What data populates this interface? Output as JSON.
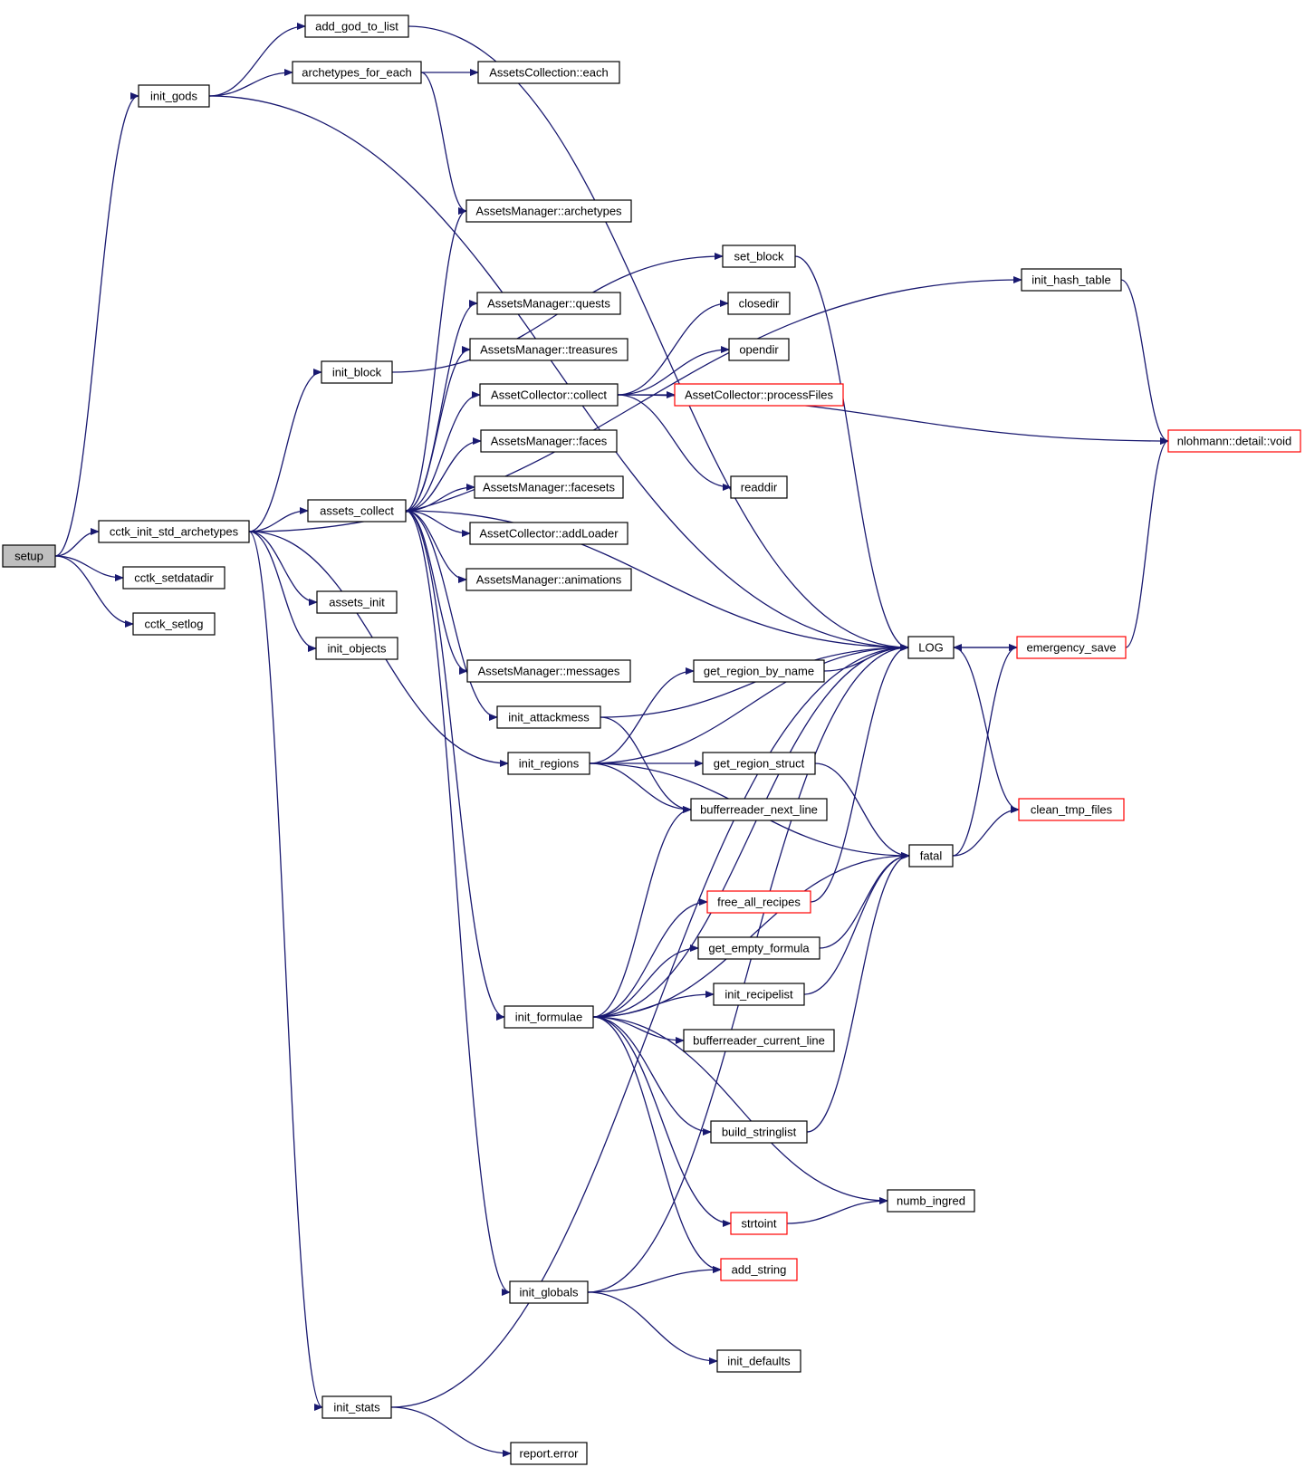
{
  "colors": {
    "edge": "#191970",
    "node_border": "#000000",
    "node_border_truncated": "#ff0000",
    "root_fill": "#bfbfbf",
    "node_fill": "#ffffff"
  },
  "nodes": [
    {
      "id": "setup",
      "label": "setup",
      "style": "root"
    },
    {
      "id": "init_gods",
      "label": "init_gods",
      "style": "normal"
    },
    {
      "id": "cctk_init_std_archetypes",
      "label": "cctk_init_std_archetypes",
      "style": "normal"
    },
    {
      "id": "cctk_setdatadir",
      "label": "cctk_setdatadir",
      "style": "normal"
    },
    {
      "id": "cctk_setlog",
      "label": "cctk_setlog",
      "style": "normal"
    },
    {
      "id": "add_god_to_list",
      "label": "add_god_to_list",
      "style": "normal"
    },
    {
      "id": "archetypes_for_each",
      "label": "archetypes_for_each",
      "style": "normal"
    },
    {
      "id": "AssetsCollection_each",
      "label": "AssetsCollection::each",
      "style": "normal"
    },
    {
      "id": "AssetsManager_archetypes",
      "label": "AssetsManager::archetypes",
      "style": "normal"
    },
    {
      "id": "set_block",
      "label": "set_block",
      "style": "normal"
    },
    {
      "id": "init_hash_table",
      "label": "init_hash_table",
      "style": "normal"
    },
    {
      "id": "init_block",
      "label": "init_block",
      "style": "normal"
    },
    {
      "id": "AssetsManager_quests",
      "label": "AssetsManager::quests",
      "style": "normal"
    },
    {
      "id": "closedir",
      "label": "closedir",
      "style": "normal"
    },
    {
      "id": "AssetsManager_treasures",
      "label": "AssetsManager::treasures",
      "style": "normal"
    },
    {
      "id": "opendir",
      "label": "opendir",
      "style": "normal"
    },
    {
      "id": "AssetCollector_collect",
      "label": "AssetCollector::collect",
      "style": "normal"
    },
    {
      "id": "AssetCollector_processFiles",
      "label": "AssetCollector::processFiles",
      "style": "truncated"
    },
    {
      "id": "nlohmann_detail_void",
      "label": "nlohmann::detail::void",
      "style": "truncated"
    },
    {
      "id": "AssetsManager_faces",
      "label": "AssetsManager::faces",
      "style": "normal"
    },
    {
      "id": "readdir",
      "label": "readdir",
      "style": "normal"
    },
    {
      "id": "AssetsManager_facesets",
      "label": "AssetsManager::facesets",
      "style": "normal"
    },
    {
      "id": "assets_collect",
      "label": "assets_collect",
      "style": "normal"
    },
    {
      "id": "AssetCollector_addLoader",
      "label": "AssetCollector::addLoader",
      "style": "normal"
    },
    {
      "id": "AssetsManager_animations",
      "label": "AssetsManager::animations",
      "style": "normal"
    },
    {
      "id": "assets_init",
      "label": "assets_init",
      "style": "normal"
    },
    {
      "id": "init_objects",
      "label": "init_objects",
      "style": "normal"
    },
    {
      "id": "LOG",
      "label": "LOG",
      "style": "normal"
    },
    {
      "id": "emergency_save",
      "label": "emergency_save",
      "style": "truncated"
    },
    {
      "id": "AssetsManager_messages",
      "label": "AssetsManager::messages",
      "style": "normal"
    },
    {
      "id": "get_region_by_name",
      "label": "get_region_by_name",
      "style": "normal"
    },
    {
      "id": "init_attackmess",
      "label": "init_attackmess",
      "style": "normal"
    },
    {
      "id": "init_regions",
      "label": "init_regions",
      "style": "normal"
    },
    {
      "id": "get_region_struct",
      "label": "get_region_struct",
      "style": "normal"
    },
    {
      "id": "bufferreader_next_line",
      "label": "bufferreader_next_line",
      "style": "normal"
    },
    {
      "id": "clean_tmp_files",
      "label": "clean_tmp_files",
      "style": "truncated"
    },
    {
      "id": "fatal",
      "label": "fatal",
      "style": "normal"
    },
    {
      "id": "free_all_recipes",
      "label": "free_all_recipes",
      "style": "truncated"
    },
    {
      "id": "get_empty_formula",
      "label": "get_empty_formula",
      "style": "normal"
    },
    {
      "id": "init_recipelist",
      "label": "init_recipelist",
      "style": "normal"
    },
    {
      "id": "init_formulae",
      "label": "init_formulae",
      "style": "normal"
    },
    {
      "id": "bufferreader_current_line",
      "label": "bufferreader_current_line",
      "style": "normal"
    },
    {
      "id": "build_stringlist",
      "label": "build_stringlist",
      "style": "normal"
    },
    {
      "id": "numb_ingred",
      "label": "numb_ingred",
      "style": "normal"
    },
    {
      "id": "strtoint",
      "label": "strtoint",
      "style": "truncated"
    },
    {
      "id": "add_string",
      "label": "add_string",
      "style": "truncated"
    },
    {
      "id": "init_globals",
      "label": "init_globals",
      "style": "normal"
    },
    {
      "id": "init_defaults",
      "label": "init_defaults",
      "style": "normal"
    },
    {
      "id": "init_stats",
      "label": "init_stats",
      "style": "normal"
    },
    {
      "id": "report_error",
      "label": "report.error",
      "style": "normal"
    }
  ],
  "edges": [
    {
      "from": "setup",
      "to": "init_gods"
    },
    {
      "from": "setup",
      "to": "cctk_init_std_archetypes"
    },
    {
      "from": "setup",
      "to": "cctk_setdatadir"
    },
    {
      "from": "setup",
      "to": "cctk_setlog"
    },
    {
      "from": "init_gods",
      "to": "add_god_to_list"
    },
    {
      "from": "init_gods",
      "to": "archetypes_for_each"
    },
    {
      "from": "init_gods",
      "to": "LOG"
    },
    {
      "from": "add_god_to_list",
      "to": "LOG"
    },
    {
      "from": "archetypes_for_each",
      "to": "AssetsCollection_each"
    },
    {
      "from": "archetypes_for_each",
      "to": "AssetsManager_archetypes"
    },
    {
      "from": "cctk_init_std_archetypes",
      "to": "init_hash_table"
    },
    {
      "from": "cctk_init_std_archetypes",
      "to": "init_block"
    },
    {
      "from": "cctk_init_std_archetypes",
      "to": "assets_collect"
    },
    {
      "from": "cctk_init_std_archetypes",
      "to": "assets_init"
    },
    {
      "from": "cctk_init_std_archetypes",
      "to": "init_objects"
    },
    {
      "from": "cctk_init_std_archetypes",
      "to": "init_regions"
    },
    {
      "from": "cctk_init_std_archetypes",
      "to": "init_stats"
    },
    {
      "from": "init_hash_table",
      "to": "nlohmann_detail_void"
    },
    {
      "from": "init_block",
      "to": "set_block"
    },
    {
      "from": "set_block",
      "to": "LOG"
    },
    {
      "from": "assets_collect",
      "to": "AssetsManager_archetypes"
    },
    {
      "from": "assets_collect",
      "to": "AssetsManager_quests"
    },
    {
      "from": "assets_collect",
      "to": "AssetsManager_treasures"
    },
    {
      "from": "assets_collect",
      "to": "AssetCollector_collect"
    },
    {
      "from": "assets_collect",
      "to": "AssetsManager_faces"
    },
    {
      "from": "assets_collect",
      "to": "AssetsManager_facesets"
    },
    {
      "from": "assets_collect",
      "to": "AssetCollector_addLoader"
    },
    {
      "from": "assets_collect",
      "to": "AssetsManager_animations"
    },
    {
      "from": "assets_collect",
      "to": "AssetsManager_messages"
    },
    {
      "from": "assets_collect",
      "to": "init_attackmess"
    },
    {
      "from": "assets_collect",
      "to": "init_formulae"
    },
    {
      "from": "assets_collect",
      "to": "init_globals"
    },
    {
      "from": "assets_collect",
      "to": "LOG"
    },
    {
      "from": "AssetCollector_collect",
      "to": "closedir"
    },
    {
      "from": "AssetCollector_collect",
      "to": "opendir"
    },
    {
      "from": "AssetCollector_collect",
      "to": "AssetCollector_processFiles"
    },
    {
      "from": "AssetCollector_collect",
      "to": "nlohmann_detail_void"
    },
    {
      "from": "AssetCollector_collect",
      "to": "readdir"
    },
    {
      "from": "LOG",
      "to": "emergency_save"
    },
    {
      "from": "LOG",
      "to": "clean_tmp_files"
    },
    {
      "from": "emergency_save",
      "to": "LOG"
    },
    {
      "from": "emergency_save",
      "to": "nlohmann_detail_void"
    },
    {
      "from": "init_attackmess",
      "to": "LOG"
    },
    {
      "from": "init_attackmess",
      "to": "bufferreader_next_line"
    },
    {
      "from": "init_regions",
      "to": "get_region_by_name"
    },
    {
      "from": "init_regions",
      "to": "LOG"
    },
    {
      "from": "init_regions",
      "to": "get_region_struct"
    },
    {
      "from": "init_regions",
      "to": "bufferreader_next_line"
    },
    {
      "from": "init_regions",
      "to": "fatal"
    },
    {
      "from": "get_region_by_name",
      "to": "LOG"
    },
    {
      "from": "get_region_struct",
      "to": "fatal"
    },
    {
      "from": "fatal",
      "to": "emergency_save"
    },
    {
      "from": "fatal",
      "to": "clean_tmp_files"
    },
    {
      "from": "free_all_recipes",
      "to": "LOG"
    },
    {
      "from": "get_empty_formula",
      "to": "fatal"
    },
    {
      "from": "init_recipelist",
      "to": "fatal"
    },
    {
      "from": "build_stringlist",
      "to": "fatal"
    },
    {
      "from": "init_formulae",
      "to": "bufferreader_next_line"
    },
    {
      "from": "init_formulae",
      "to": "LOG"
    },
    {
      "from": "init_formulae",
      "to": "free_all_recipes"
    },
    {
      "from": "init_formulae",
      "to": "get_empty_formula"
    },
    {
      "from": "init_formulae",
      "to": "init_recipelist"
    },
    {
      "from": "init_formulae",
      "to": "bufferreader_current_line"
    },
    {
      "from": "init_formulae",
      "to": "fatal"
    },
    {
      "from": "init_formulae",
      "to": "build_stringlist"
    },
    {
      "from": "init_formulae",
      "to": "numb_ingred"
    },
    {
      "from": "init_formulae",
      "to": "strtoint"
    },
    {
      "from": "init_formulae",
      "to": "add_string"
    },
    {
      "from": "strtoint",
      "to": "numb_ingred"
    },
    {
      "from": "init_globals",
      "to": "add_string"
    },
    {
      "from": "init_globals",
      "to": "LOG"
    },
    {
      "from": "init_globals",
      "to": "init_defaults"
    },
    {
      "from": "init_stats",
      "to": "LOG"
    },
    {
      "from": "init_stats",
      "to": "report_error"
    }
  ]
}
